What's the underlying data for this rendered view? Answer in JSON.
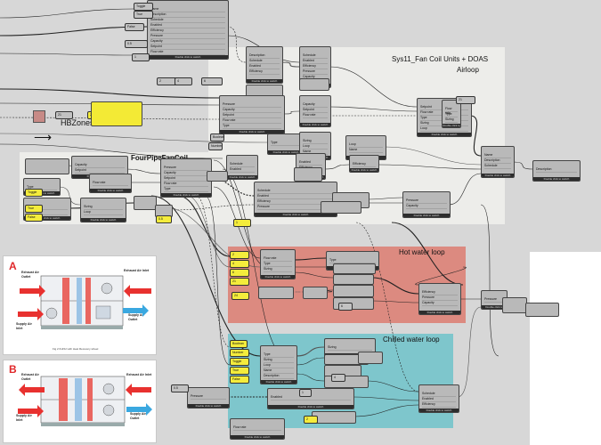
{
  "groups": {
    "sys11_title": "Sys11_Fan Coil Units + DOAS",
    "airloop": "Airloop",
    "four_pipe": "FourPipeFanCoil",
    "hot_water": "Hot water loop",
    "chilled_water": "Chilled water loop",
    "hbzones": "HBZones"
  },
  "node_footer": "Double click to switch",
  "param_labels": [
    "Name",
    "Description",
    "Schedule",
    "Enabled",
    "Efficiency",
    "Pressure",
    "Capacity",
    "Setpoint",
    "Flow rate",
    "Type",
    "Sizing",
    "Loop"
  ],
  "pill_labels": [
    "Toggle",
    "True",
    "False",
    "0.5",
    "1",
    "2",
    "4",
    "6",
    "21",
    "24",
    "Boolean",
    "Number"
  ],
  "diagram_a": {
    "marker": "A",
    "exhaust_outlet": "Exhaust Air Outlet",
    "exhaust_inlet": "Exhaust Air Inlet",
    "supply_inlet": "Supply Air Inlet",
    "supply_outlet": "Supply Air Outlet",
    "caption": "Fig 2 FHNU with Heat Recovery wheel",
    "colors": {
      "exhaust": "#e8312f",
      "supply": "#3aa8e0"
    }
  },
  "diagram_b": {
    "marker": "B",
    "exhaust_outlet": "Exhaust Air Outlet",
    "exhaust_inlet": "Exhaust Air Inlet",
    "supply_inlet": "Supply Air Inlet",
    "supply_outlet": "Supply Air Outlet"
  },
  "colors": {
    "canvas": "#d7d7d7",
    "group_white": "#ededea",
    "hot_group": "#d98a82",
    "chilled_group": "#7fc4cc",
    "node": "#b9b9b9",
    "wire": "#222222",
    "highlight": "#f4ec3c"
  }
}
